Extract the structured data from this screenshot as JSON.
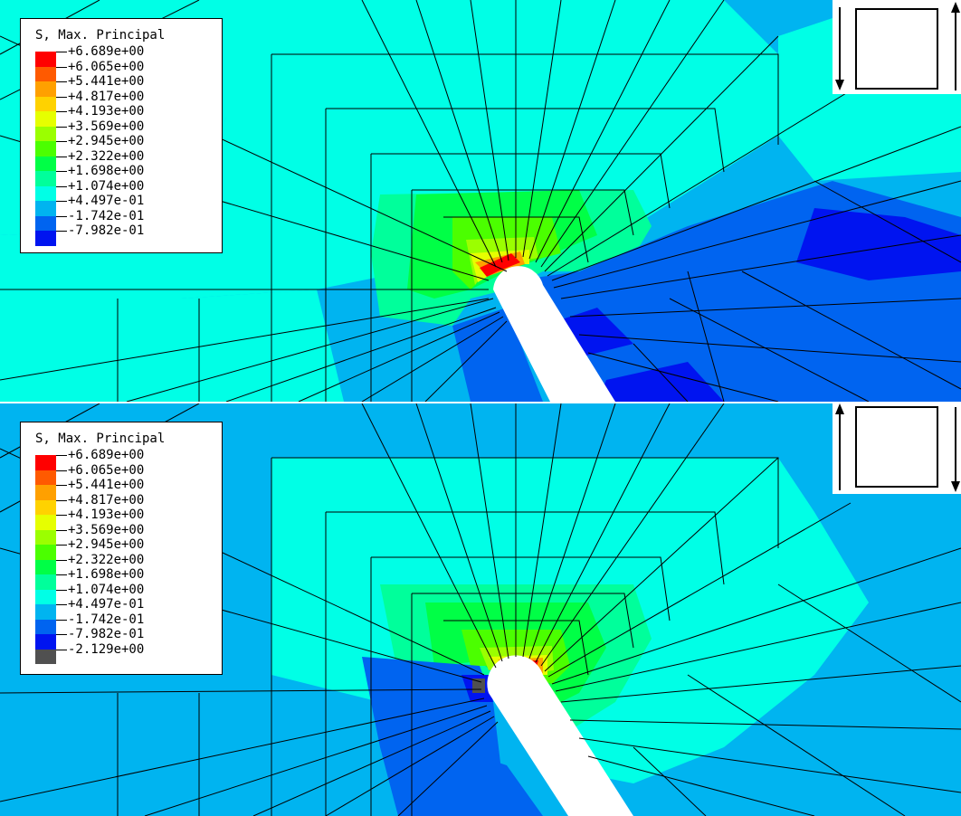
{
  "panels": [
    {
      "id": "top",
      "legend": {
        "title": "S, Max. Principal",
        "entries": [
          {
            "label": "+6.689e+00",
            "color": "#ff0000"
          },
          {
            "label": "+6.065e+00",
            "color": "#ff5a00"
          },
          {
            "label": "+5.441e+00",
            "color": "#ffa000"
          },
          {
            "label": "+4.817e+00",
            "color": "#ffd200"
          },
          {
            "label": "+4.193e+00",
            "color": "#e6ff00"
          },
          {
            "label": "+3.569e+00",
            "color": "#9bff00"
          },
          {
            "label": "+2.945e+00",
            "color": "#4bff00"
          },
          {
            "label": "+2.322e+00",
            "color": "#00ff46"
          },
          {
            "label": "+1.698e+00",
            "color": "#00ff9b"
          },
          {
            "label": "+1.074e+00",
            "color": "#00ffe6"
          },
          {
            "label": "+4.497e-01",
            "color": "#00b4f0"
          },
          {
            "label": "-1.742e-01",
            "color": "#0064f0"
          },
          {
            "label": "-7.982e-01",
            "color": "#0014f0"
          }
        ]
      },
      "load_arrows": {
        "left": "down",
        "right": "up"
      }
    },
    {
      "id": "bottom",
      "legend": {
        "title": "S, Max. Principal",
        "entries": [
          {
            "label": "+6.689e+00",
            "color": "#ff0000"
          },
          {
            "label": "+6.065e+00",
            "color": "#ff5a00"
          },
          {
            "label": "+5.441e+00",
            "color": "#ffa000"
          },
          {
            "label": "+4.817e+00",
            "color": "#ffd200"
          },
          {
            "label": "+4.193e+00",
            "color": "#e6ff00"
          },
          {
            "label": "+3.569e+00",
            "color": "#9bff00"
          },
          {
            "label": "+2.945e+00",
            "color": "#4bff00"
          },
          {
            "label": "+2.322e+00",
            "color": "#00ff46"
          },
          {
            "label": "+1.698e+00",
            "color": "#00ff9b"
          },
          {
            "label": "+1.074e+00",
            "color": "#00ffe6"
          },
          {
            "label": "+4.497e-01",
            "color": "#00b4f0"
          },
          {
            "label": "-1.742e-01",
            "color": "#0064f0"
          },
          {
            "label": "-7.982e-01",
            "color": "#0014f0"
          },
          {
            "label": "-2.129e+00",
            "color": "#505050"
          }
        ]
      },
      "load_arrows": {
        "left": "up",
        "right": "down"
      }
    }
  ]
}
